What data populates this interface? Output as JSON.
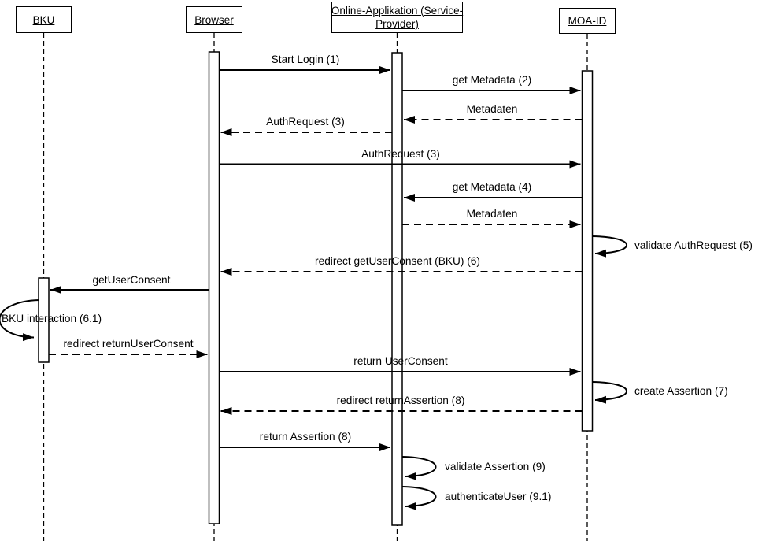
{
  "diagram": {
    "type": "uml-sequence-diagram",
    "colors": {
      "line": "#000000",
      "background": "#ffffff"
    },
    "actors": [
      {
        "id": "bku",
        "lines": [
          "BKU"
        ]
      },
      {
        "id": "browser",
        "lines": [
          "Browser"
        ]
      },
      {
        "id": "service-provider",
        "lines": [
          "Online-Applikation (Service-",
          "Provider)"
        ]
      },
      {
        "id": "moa-id",
        "lines": [
          "MOA-ID"
        ]
      }
    ],
    "messages": [
      {
        "label": "Start Login (1)",
        "from": "Browser",
        "to": "Online-Applikation (Service-Provider)",
        "kind": "solid"
      },
      {
        "label": "get Metadata (2)",
        "from": "Online-Applikation (Service-Provider)",
        "to": "MOA-ID",
        "kind": "solid"
      },
      {
        "label": "Metadaten",
        "from": "MOA-ID",
        "to": "Online-Applikation (Service-Provider)",
        "kind": "dashed"
      },
      {
        "label": "AuthRequest (3)",
        "from": "Online-Applikation (Service-Provider)",
        "to": "Browser",
        "kind": "dashed"
      },
      {
        "label": "AuthRequest (3)",
        "from": "Browser",
        "to": "MOA-ID",
        "kind": "solid"
      },
      {
        "label": "get Metadata (4)",
        "from": "MOA-ID",
        "to": "Online-Applikation (Service-Provider)",
        "kind": "solid"
      },
      {
        "label": "Metadaten",
        "from": "Online-Applikation (Service-Provider)",
        "to": "MOA-ID",
        "kind": "dashed"
      },
      {
        "label": "validate AuthRequest (5)",
        "from": "MOA-ID",
        "to": "MOA-ID",
        "kind": "self"
      },
      {
        "label": "redirect getUserConsent (BKU) (6)",
        "from": "MOA-ID",
        "to": "Browser",
        "kind": "dashed"
      },
      {
        "label": "getUserConsent",
        "from": "Browser",
        "to": "BKU",
        "kind": "solid"
      },
      {
        "label": "BKU interaction (6.1)",
        "from": "BKU",
        "to": "BKU",
        "kind": "self"
      },
      {
        "label": "redirect returnUserConsent",
        "from": "BKU",
        "to": "Browser",
        "kind": "dashed"
      },
      {
        "label": "return UserConsent",
        "from": "Browser",
        "to": "MOA-ID",
        "kind": "solid"
      },
      {
        "label": "create Assertion (7)",
        "from": "MOA-ID",
        "to": "MOA-ID",
        "kind": "self"
      },
      {
        "label": "redirect returnAssertion (8)",
        "from": "MOA-ID",
        "to": "Browser",
        "kind": "dashed"
      },
      {
        "label": "return Assertion (8)",
        "from": "Browser",
        "to": "Online-Applikation (Service-Provider)",
        "kind": "solid"
      },
      {
        "label": "validate Assertion (9)",
        "from": "Online-Applikation (Service-Provider)",
        "to": "Online-Applikation (Service-Provider)",
        "kind": "self"
      },
      {
        "label": "authenticateUser (9.1)",
        "from": "Online-Applikation (Service-Provider)",
        "to": "Online-Applikation (Service-Provider)",
        "kind": "self"
      }
    ]
  }
}
